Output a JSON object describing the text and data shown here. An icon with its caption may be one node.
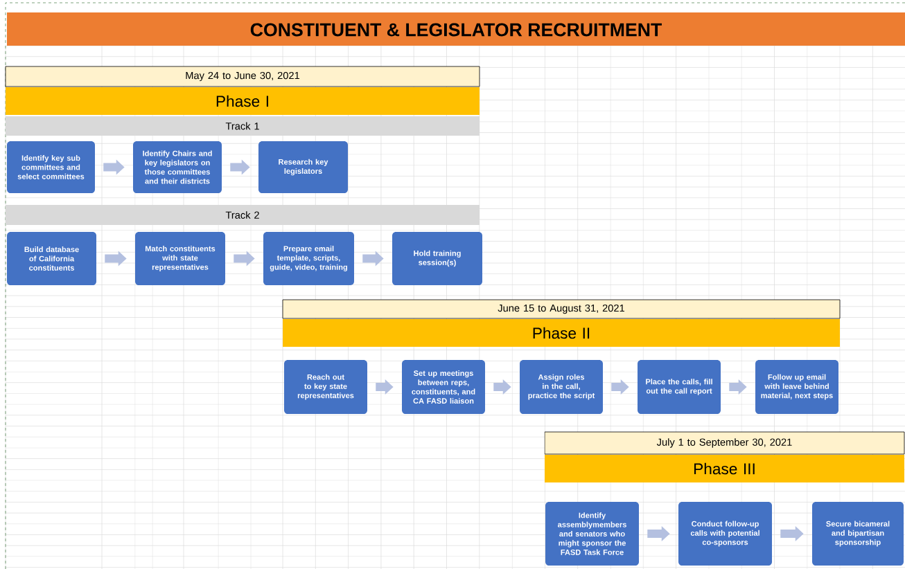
{
  "diagram": {
    "title": "CONSTITUENT  & LEGISLATOR RECRUITMENT",
    "nodes": [
      {
        "text": [
          "May 24 to June 30, 2021"
        ]
      },
      {
        "text": [
          "Phase I"
        ]
      },
      {
        "text": [
          "Track 1"
        ]
      },
      {
        "text": [
          "Identify key sub committees and select committees"
        ]
      },
      {
        "text": [
          "Identify Chairs and key legislators on those committees and their districts"
        ]
      },
      {
        "text": [
          "Research key legislators"
        ]
      },
      {
        "text": [
          "Track 2"
        ]
      },
      {
        "text": [
          "Build database of California constituents"
        ]
      },
      {
        "text": [
          "Match constituents with state representatives"
        ]
      },
      {
        "text": [
          "Prepare email template, scripts, guide, video, training"
        ]
      },
      {
        "text": [
          "Hold training session(s)"
        ]
      },
      {
        "text": [
          "June 15 to August 31, 2021"
        ]
      },
      {
        "text": [
          "Phase II"
        ]
      },
      {
        "text": [
          "Reach out to key state representatives"
        ]
      },
      {
        "text": [
          "Set up meetings between reps, constituents, and CA FASD liaison"
        ]
      },
      {
        "text": [
          "Assign roles in the call, practice the script"
        ]
      },
      {
        "text": [
          "Place the calls, fill out the call report"
        ]
      },
      {
        "text": [
          "Follow up email with leave behind material, next steps"
        ]
      },
      {
        "text": [
          "July 1 to September 30, 2021"
        ]
      },
      {
        "text": [
          "Phase III"
        ]
      },
      {
        "text": [
          "Identify assemblymembers and senators who might sponsor the FASD Task Force"
        ]
      },
      {
        "text": [
          "Conduct follow-up calls with potential co-sponsors"
        ]
      },
      {
        "text": [
          "Secure bicameral and bipartisan sponsorship"
        ]
      }
    ],
    "edges": [
      {
        "from": 3,
        "to": 4,
        "arrow": "to"
      },
      {
        "from": 4,
        "to": 5,
        "arrow": "to"
      },
      {
        "from": 7,
        "to": 8,
        "arrow": "to"
      },
      {
        "from": 8,
        "to": 9,
        "arrow": "to"
      },
      {
        "from": 9,
        "to": 10,
        "arrow": "to"
      },
      {
        "from": 13,
        "to": 14,
        "arrow": "to"
      },
      {
        "from": 14,
        "to": 15,
        "arrow": "to"
      },
      {
        "from": 15,
        "to": 16,
        "arrow": "to"
      },
      {
        "from": 16,
        "to": 17,
        "arrow": "to"
      },
      {
        "from": 20,
        "to": 21,
        "arrow": "to"
      },
      {
        "from": 21,
        "to": 22,
        "arrow": "to"
      }
    ]
  }
}
